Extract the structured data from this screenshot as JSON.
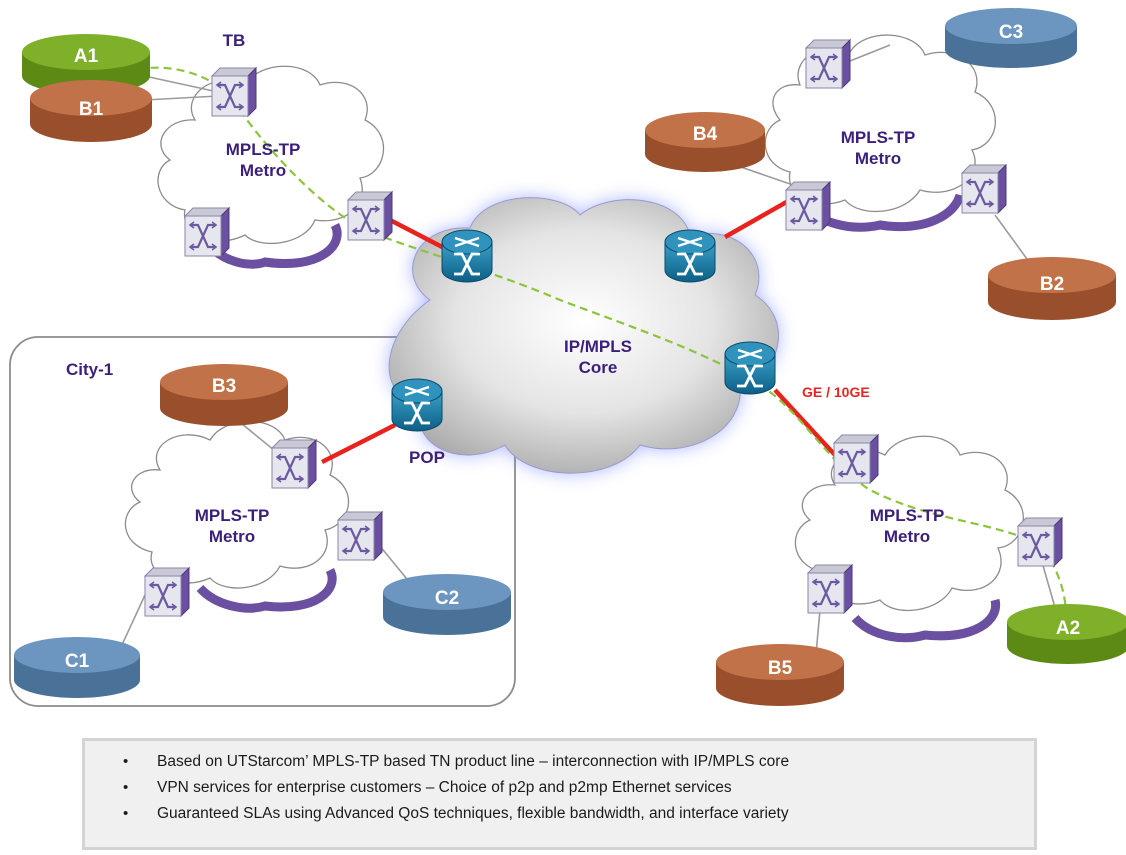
{
  "labels": {
    "metro_line1": "MPLS-TP",
    "metro_line2": "Metro",
    "core_line1": "IP/MPLS",
    "core_line2": "Core",
    "tb": "TB",
    "city": "City-1",
    "pop": "POP",
    "link_speed": "GE / 10GE"
  },
  "sites": {
    "A1": "A1",
    "B1": "B1",
    "C3": "C3",
    "B4": "B4",
    "B2": "B2",
    "B3": "B3",
    "C1": "C1",
    "C2": "C2",
    "B5": "B5",
    "A2": "A2"
  },
  "site_colors": {
    "A": "#6f9a1c",
    "B": "#b8643b",
    "C": "#5a84ad"
  },
  "notes": [
    "Based on UTStarcom’ MPLS-TP based TN product line – interconnection with IP/MPLS core",
    "VPN services for enterprise customers – Choice of p2p and p2mp Ethernet services",
    "Guaranteed SLAs using Advanced QoS techniques, flexible bandwidth, and interface variety"
  ]
}
